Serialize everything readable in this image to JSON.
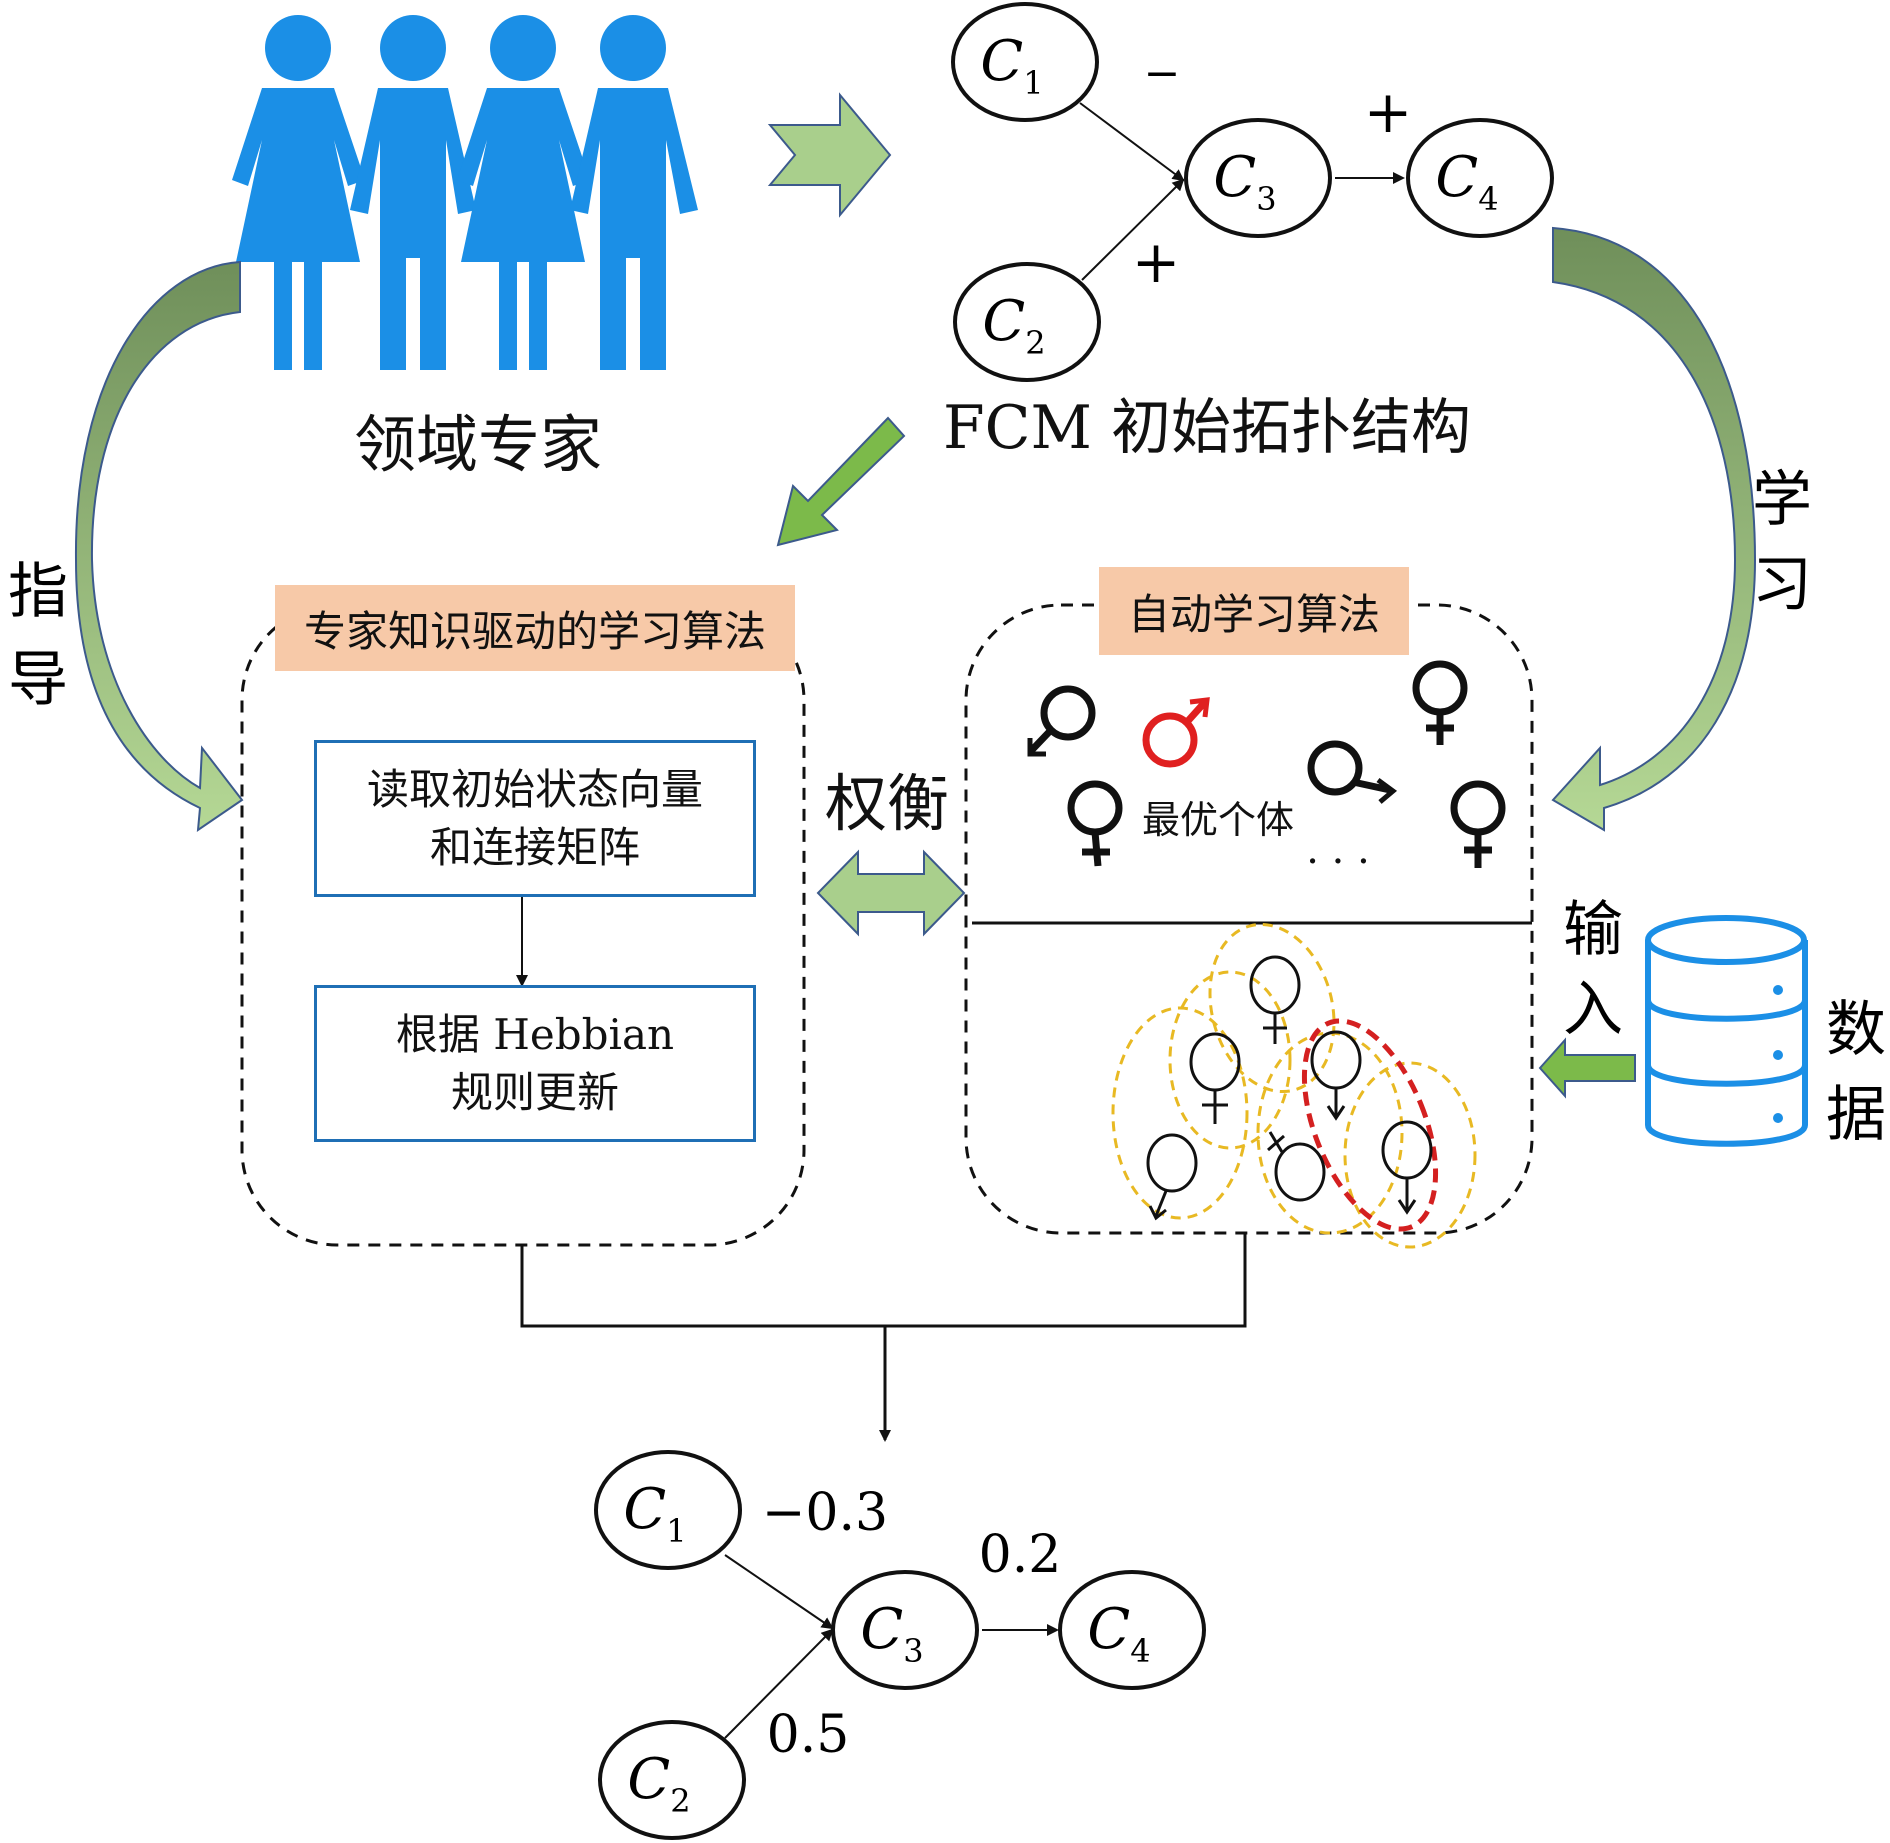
{
  "experts_label": "领域专家",
  "fcm_label": "FCM 初始拓扑结构",
  "guide_label": [
    "指",
    "导"
  ],
  "learn_label": [
    "学",
    "习"
  ],
  "tradeoff_label": "权衡",
  "input_label": [
    "输",
    "入"
  ],
  "data_label": [
    "数",
    "据"
  ],
  "expert_algo": {
    "title": "专家知识驱动的学习算法",
    "step1": [
      "读取初始状态向量",
      "和连接矩阵"
    ],
    "step2": [
      "根据 Hebbian",
      "规则更新"
    ]
  },
  "auto_algo": {
    "title": "自动学习算法",
    "best_individual": "最优个体",
    "ellipsis": "· · ·"
  },
  "initial_fcm": {
    "nodes": [
      {
        "id": "C1",
        "name": "C",
        "sub": "1"
      },
      {
        "id": "C2",
        "name": "C",
        "sub": "2"
      },
      {
        "id": "C3",
        "name": "C",
        "sub": "3"
      },
      {
        "id": "C4",
        "name": "C",
        "sub": "4"
      }
    ],
    "edges": [
      {
        "from": "C1",
        "to": "C3",
        "sign": "−"
      },
      {
        "from": "C2",
        "to": "C3",
        "sign": "+"
      },
      {
        "from": "C3",
        "to": "C4",
        "sign": "+"
      }
    ]
  },
  "final_fcm": {
    "nodes": [
      {
        "id": "C1",
        "name": "C",
        "sub": "1"
      },
      {
        "id": "C2",
        "name": "C",
        "sub": "2"
      },
      {
        "id": "C3",
        "name": "C",
        "sub": "3"
      },
      {
        "id": "C4",
        "name": "C",
        "sub": "4"
      }
    ],
    "edges": [
      {
        "from": "C1",
        "to": "C3",
        "weight": "−0.3"
      },
      {
        "from": "C2",
        "to": "C3",
        "weight": "0.5"
      },
      {
        "from": "C3",
        "to": "C4",
        "weight": "0.2"
      }
    ]
  },
  "colors": {
    "people": "#1b8fe6",
    "arrow_fill_light": "#a9cf8c",
    "arrow_fill_dark": "#7a9b63",
    "arrow_stroke": "#3c5a8c",
    "box_border": "#1f6fb5",
    "label_bg": "#f7c9a8",
    "red_symbol": "#e02020",
    "yellow_dashed": "#e8b923",
    "red_dashed": "#d42020",
    "database": "#1b8fe6",
    "green_arrow": "#7cba4a"
  }
}
